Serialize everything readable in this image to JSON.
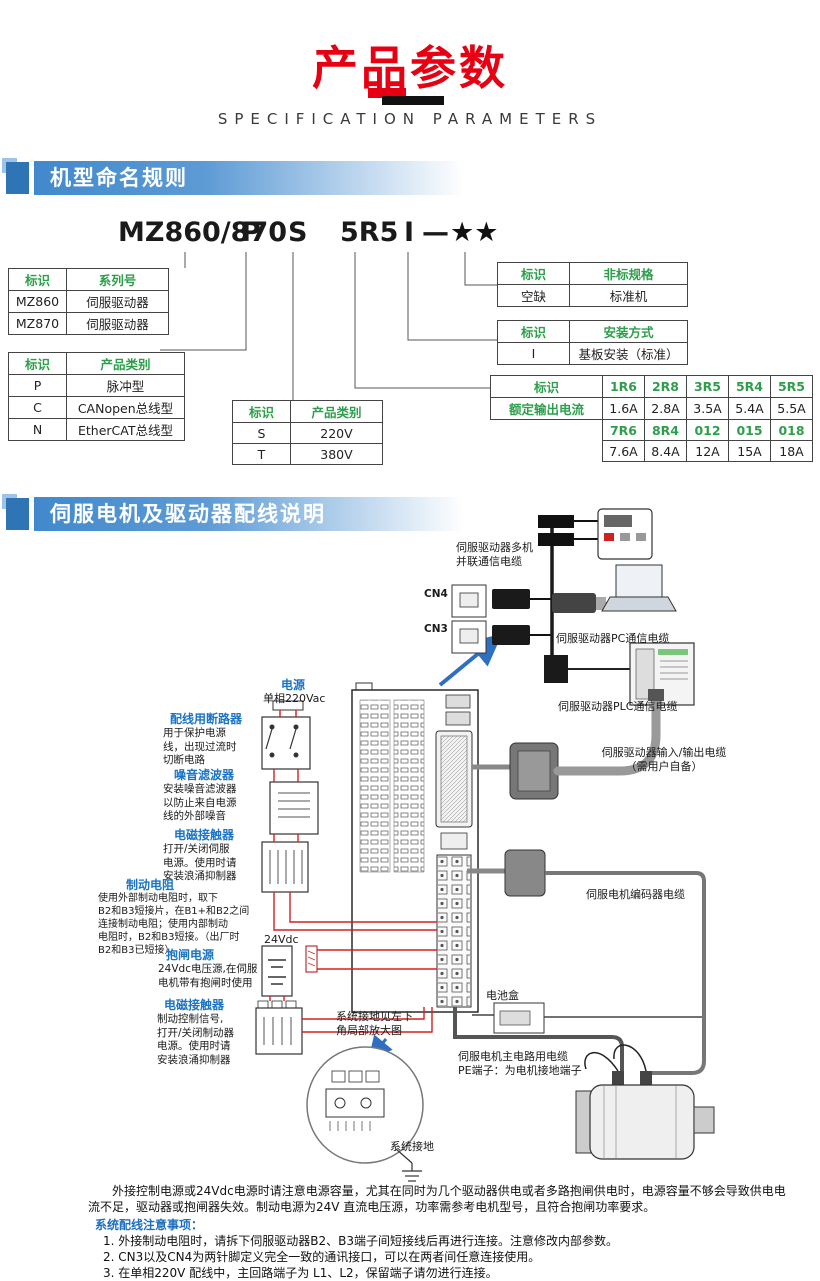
{
  "header": {
    "title": "产品参数",
    "subtitle": "SPECIFICATION PARAMETERS"
  },
  "colors": {
    "accent_red": "#e60012",
    "section_blue": "#2f74b5",
    "table_header_green": "#2f9e4c",
    "label_blue": "#1b74c5",
    "wire_red": "#d42020"
  },
  "sections": {
    "naming": {
      "heading": "机型命名规则"
    },
    "wiring": {
      "heading": "伺服电机及驱动器配线说明"
    }
  },
  "model_code": {
    "series": "MZ860/870",
    "type": "P",
    "voltage": "S",
    "current": "5R5",
    "mount": "I",
    "dash": "—",
    "stars": "★★"
  },
  "tables": {
    "series": {
      "headers": [
        "标识",
        "系列号"
      ],
      "rows": [
        [
          "MZ860",
          "伺服驱动器"
        ],
        [
          "MZ870",
          "伺服驱动器"
        ]
      ]
    },
    "product_type": {
      "headers": [
        "标识",
        "产品类别"
      ],
      "rows": [
        [
          "P",
          "脉冲型"
        ],
        [
          "C",
          "CANopen总线型"
        ],
        [
          "N",
          "EtherCAT总线型"
        ]
      ]
    },
    "voltage": {
      "headers": [
        "标识",
        "产品类别"
      ],
      "rows": [
        [
          "S",
          "220V"
        ],
        [
          "T",
          "380V"
        ]
      ]
    },
    "nonstandard": {
      "headers": [
        "标识",
        "非标规格"
      ],
      "rows": [
        [
          "空缺",
          "标准机"
        ]
      ]
    },
    "mounting": {
      "headers": [
        "标识",
        "安装方式"
      ],
      "rows": [
        [
          "I",
          "基板安装（标准）"
        ]
      ]
    },
    "rated_current": {
      "label_header": "标识",
      "label_row": "额定输出电流",
      "codes_row1": [
        "1R6",
        "2R8",
        "3R5",
        "5R4",
        "5R5"
      ],
      "values_row1": [
        "1.6A",
        "2.8A",
        "3.5A",
        "5.4A",
        "5.5A"
      ],
      "codes_row2": [
        "7R6",
        "8R4",
        "012",
        "015",
        "018"
      ],
      "values_row2": [
        "7.6A",
        "8.4A",
        "12A",
        "15A",
        "18A"
      ]
    }
  },
  "diagram": {
    "power_title": "电源",
    "power_desc": "单相220Vac",
    "breaker_title": "配线用断路器",
    "breaker_desc": "用于保护电源\n线，出现过流时\n切断电路",
    "filter_title": "噪音滤波器",
    "filter_desc": "安装噪音滤波器\n以防止来自电源\n线的外部噪音",
    "contactor1_title": "电磁接触器",
    "contactor1_desc": "打开/关闭伺服\n电源。使用时请\n安装浪涌抑制器",
    "resistor_title": "制动电阻",
    "resistor_desc": "使用外部制动电阻时，取下\nB2和B3短接片，在B1+和B2之间\n连接制动电阻；使用内部制动\n电阻时，B2和B3短接。（出厂时\nB2和B3已短接）",
    "brake_power_title": "抱闸电源",
    "brake_power_desc": "24Vdc电压源,在伺服\n电机带有抱闸时使用",
    "v24": "24Vdc",
    "contactor2_title": "电磁接触器",
    "contactor2_desc": "制动控制信号,\n打开/关闭制动器\n电源。使用时请\n安装浪涌抑制器",
    "cn4": "CN4",
    "cn3": "CN3",
    "multi_comm_cable": "伺服驱动器多机\n并联通信电缆",
    "pc_cable": "伺服驱动器PC通信电缆",
    "plc_cable": "伺服驱动器PLC通信电缆",
    "io_cable": "伺服驱动器输入/输出电缆\n（需用户自备）",
    "encoder_cable": "伺服电机编码器电缆",
    "battery": "电池盒",
    "ground_zoom_note": "系统接地见左下\n角局部放大图",
    "main_cable": "伺服电机主电路用电缆\nPE端子：为电机接地端子",
    "system_ground": "系统接地"
  },
  "notes": {
    "paragraph": "外接控制电源或24Vdc电源时请注意电源容量，尤其在同时为几个驱动器供电或者多路抱闸供电时，电源容量不够会导致供电电流不足，驱动器或抱闸器失效。制动电源为24V 直流电压源，功率需参考电机型号，且符合抱闸功率要求。",
    "title": "系统配线注意事项：",
    "items": [
      "1. 外接制动电阻时，请拆下伺服驱动器B2、B3端子间短接线后再进行连接。注意修改内部参数。",
      "2. CN3以及CN4为两针脚定义完全一致的通讯接口，可以在两者间任意连接使用。",
      "3. 在单相220V 配线中，主回路端子为 L1、L2，保留端子请勿进行连接。"
    ]
  }
}
